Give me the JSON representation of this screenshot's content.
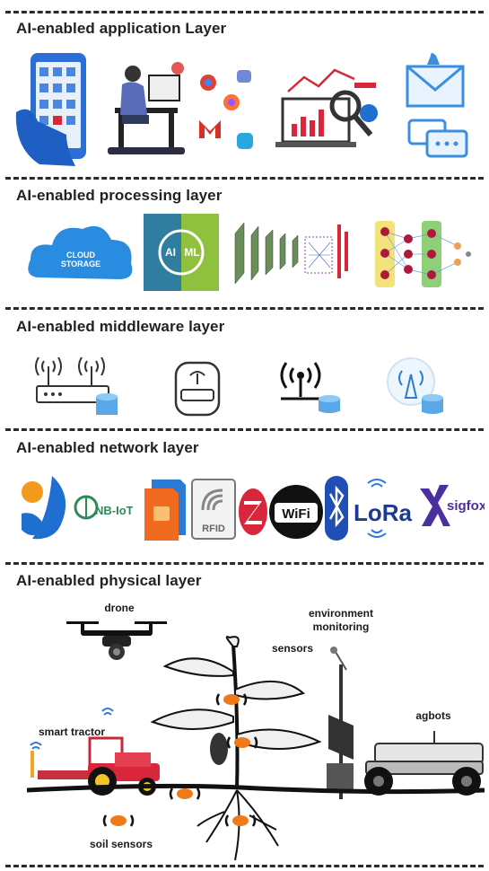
{
  "layers": [
    {
      "title": "AI-enabled application Layer"
    },
    {
      "title": "AI-enabled processing layer"
    },
    {
      "title": "AI-enabled middleware layer"
    },
    {
      "title": "AI-enabled network layer"
    },
    {
      "title": "AI-enabled physical layer"
    }
  ],
  "processing": {
    "cloud_text": "CLOUD\nSTORAGE",
    "ai_text": "AI",
    "ml_text": "ML"
  },
  "network": {
    "nbiot": "NB-IoT",
    "rfid": "RFID",
    "wifi": "WiFi",
    "lora": "LoRa",
    "sigfox": "sigfox"
  },
  "physical": {
    "drone": "drone",
    "environment": "environment\nmonitoring",
    "sensors": "sensors",
    "smart_tractor": "smart tractor",
    "agbots": "agbots",
    "soil_sensors": "soil sensors"
  },
  "colors": {
    "accent_blue": "#1f6fd1",
    "orange": "#f07a1a",
    "green": "#7fbf3f",
    "red": "#d9263a"
  }
}
